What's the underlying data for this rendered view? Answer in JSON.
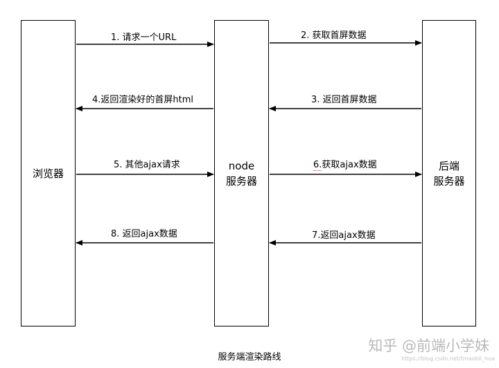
{
  "nodes": {
    "browser": {
      "line1": "浏览器"
    },
    "node": {
      "line1": "node",
      "line2": "服务器"
    },
    "backend": {
      "line1": "后端",
      "line2": "服务器"
    }
  },
  "arrows": {
    "a1": "1. 请求一个URL",
    "a2": "2. 获取首屏数据",
    "a3": "3. 返回首屏数据",
    "a4": "4.返回渲染好的首屏html",
    "a5": "5. 其他ajax请求",
    "a6_num": "6.",
    "a6_rest": "获取ajax数据",
    "a7": "7.返回ajax数据",
    "a8": "8. 返回ajax数据"
  },
  "caption": "服务端渲染路线",
  "watermark": {
    "text": "知乎 @前端小学妹",
    "url": "https://blog.csdn.net/tmaobil_hua"
  }
}
